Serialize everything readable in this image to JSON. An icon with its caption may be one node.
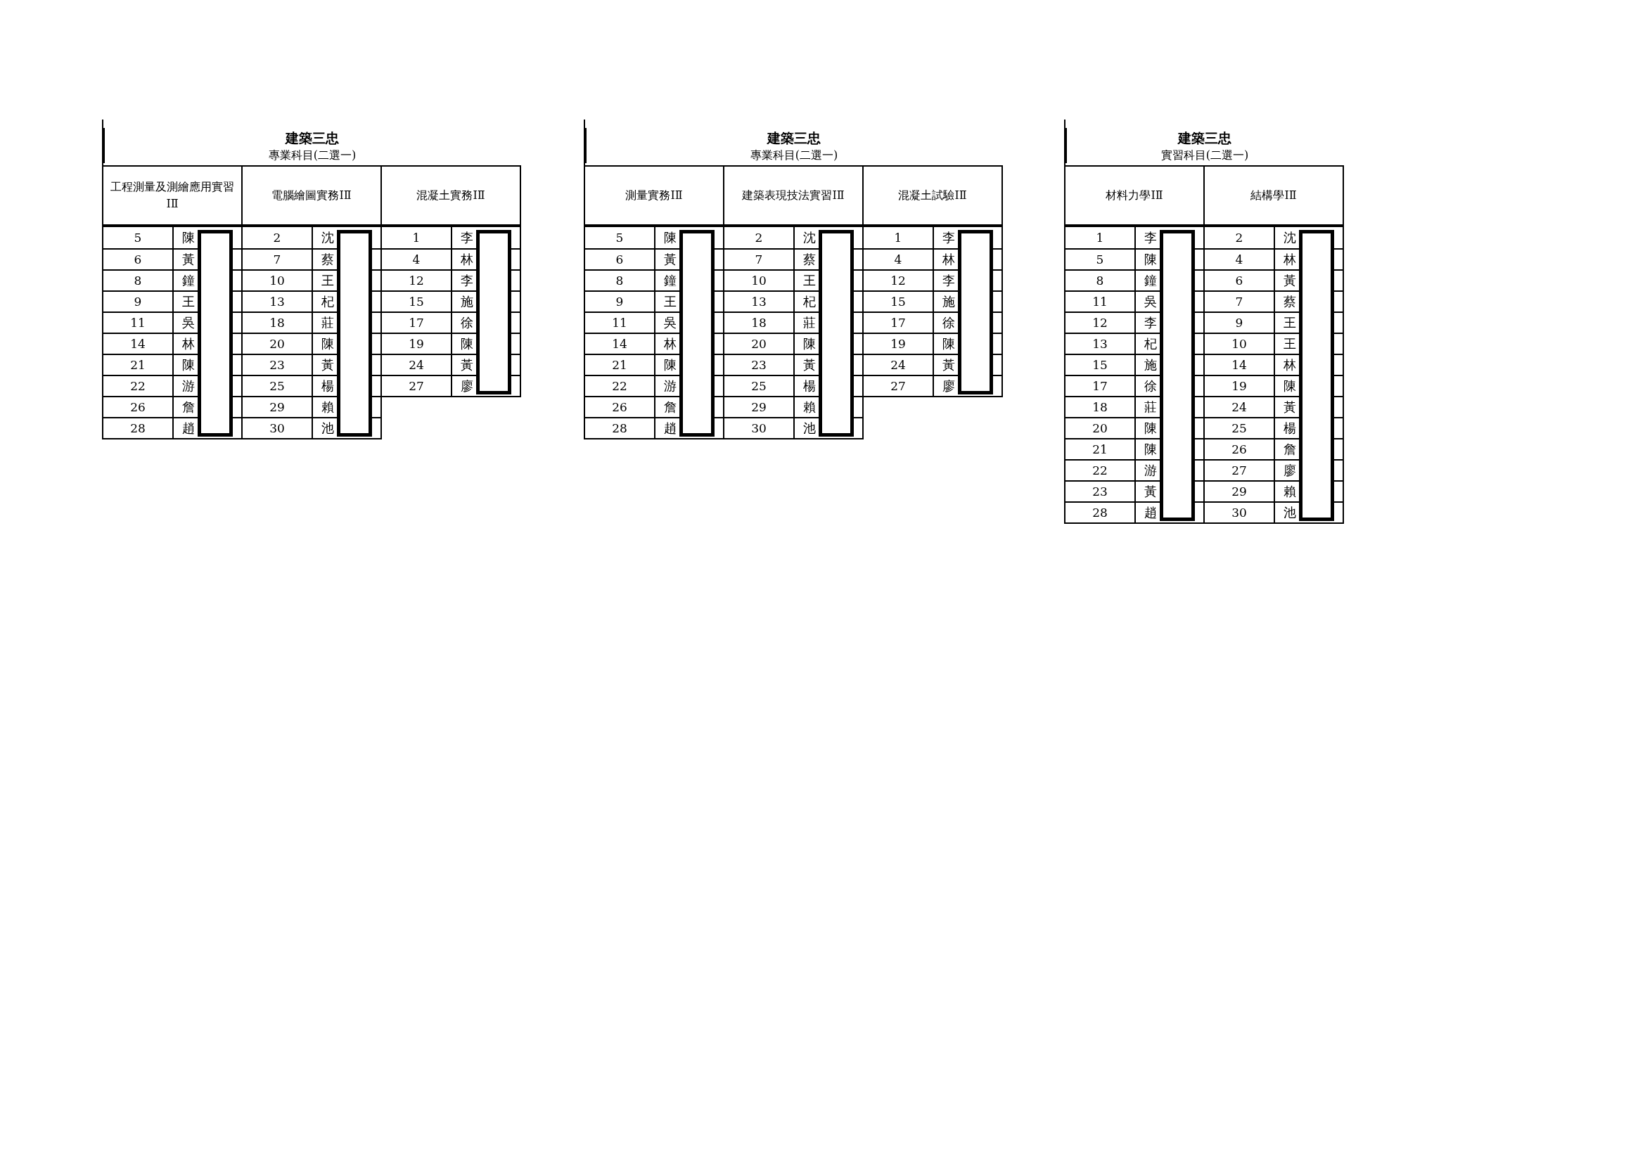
{
  "diagram": {
    "nodes": [
      {
        "text": [
          "建築三忠",
          "專業科目(二選一)"
        ]
      },
      {
        "text": [
          "工程測量及測繪應用實習ⅠⅡ",
          "5",
          "陳",
          "6",
          "黃",
          "8",
          "鐘",
          "9",
          "王",
          "11",
          "吳",
          "14",
          "林",
          "21",
          "陳",
          "22",
          "游",
          "26",
          "詹",
          "28",
          "趙"
        ],
        "in": 0
      },
      {
        "text": [
          "電腦繪圖實務ⅠⅡ",
          "2",
          "沈",
          "7",
          "蔡",
          "10",
          "王",
          "13",
          "杞",
          "18",
          "莊",
          "20",
          "陳",
          "23",
          "黃",
          "25",
          "楊",
          "29",
          "賴",
          "30",
          "池"
        ],
        "in": 0
      },
      {
        "text": [
          "混凝土實務ⅠⅡ",
          "1",
          "李",
          "4",
          "林",
          "12",
          "李",
          "15",
          "施",
          "17",
          "徐",
          "19",
          "陳",
          "24",
          "黃",
          "27",
          "廖"
        ],
        "in": 0
      },
      {
        "text": [
          "建築三忠",
          "專業科目(二選一)"
        ]
      },
      {
        "text": [
          "測量實務ⅠⅡ",
          "5",
          "陳",
          "6",
          "黃",
          "8",
          "鐘",
          "9",
          "王",
          "11",
          "吳",
          "14",
          "林",
          "21",
          "陳",
          "22",
          "游",
          "26",
          "詹",
          "28",
          "趙"
        ],
        "in": 4
      },
      {
        "text": [
          "建築表現技法實習ⅠⅡ",
          "2",
          "沈",
          "7",
          "蔡",
          "10",
          "王",
          "13",
          "杞",
          "18",
          "莊",
          "20",
          "陳",
          "23",
          "黃",
          "25",
          "楊",
          "29",
          "賴",
          "30",
          "池"
        ],
        "in": 4
      },
      {
        "text": [
          "混凝土試驗ⅠⅡ",
          "1",
          "李",
          "4",
          "林",
          "12",
          "李",
          "15",
          "施",
          "17",
          "徐",
          "19",
          "陳",
          "24",
          "黃",
          "27",
          "廖"
        ],
        "in": 4
      },
      {
        "text": [
          "建築三忠",
          "實習科目(二選一)"
        ]
      },
      {
        "text": [
          "材料力學ⅠⅡ",
          "1",
          "李",
          "5",
          "陳",
          "8",
          "鐘",
          "11",
          "吳",
          "12",
          "李",
          "13",
          "杞",
          "15",
          "施",
          "17",
          "徐",
          "18",
          "莊",
          "20",
          "陳",
          "21",
          "陳",
          "22",
          "游",
          "23",
          "黃",
          "28",
          "趙"
        ],
        "in": 8
      },
      {
        "text": [
          "結構學ⅠⅡ",
          "2",
          "沈",
          "4",
          "林",
          "6",
          "黃",
          "7",
          "蔡",
          "9",
          "王",
          "10",
          "王",
          "14",
          "林",
          "19",
          "陳",
          "24",
          "黃",
          "25",
          "楊",
          "26",
          "詹",
          "27",
          "廖",
          "29",
          "賴",
          "30",
          "池"
        ],
        "in": 8
      }
    ]
  }
}
